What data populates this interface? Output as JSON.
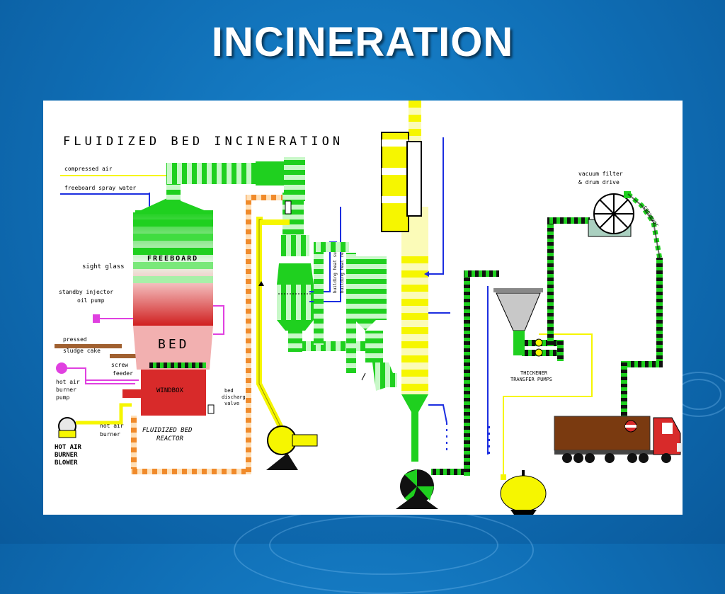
{
  "slide": {
    "title": "INCINERATION"
  },
  "diagram": {
    "heading": "FLUIDIZED BED INCINERATION",
    "labels": {
      "compressed_air": "compressed air",
      "freeboard_spray_water": "freeboard spray water",
      "sight_glass": "sight glass",
      "standby_injector": "standby injector",
      "oil_pump": "oil pump",
      "pressed": "pressed",
      "sludge_cake": "sludge cake",
      "screw": "screw",
      "feeder": "feeder",
      "hot_air": "hot air",
      "burner": "burner",
      "pump": "pump",
      "hot_air_2": "hot air",
      "burner_2": "burner",
      "hot_air_blower": [
        "HOT AIR",
        "BURNER",
        "BLOWER"
      ],
      "freeboard": "FREEBOARD",
      "bed": "BED",
      "windbox": "WINDBOX",
      "bed_discharge": [
        "bed",
        "discharge",
        "valve"
      ],
      "reactor": [
        "FLUIDIZED BED",
        "REACTOR"
      ],
      "building_heat": [
        "building heat supply",
        "building heat return"
      ],
      "vacuum_filter": [
        "vacuum filter",
        "& drum drive"
      ],
      "thickener": [
        "THICKENER",
        "TRANSFER PUMPS"
      ],
      "conveyor": "conveyor"
    }
  },
  "colors": {
    "green": "#1fd01f",
    "light_green": "#b8f5b8",
    "red": "#d82a2a",
    "yellow": "#f6f600",
    "orange": "#f08a2a",
    "blue": "#1c2ee0",
    "magenta": "#e040e0"
  }
}
